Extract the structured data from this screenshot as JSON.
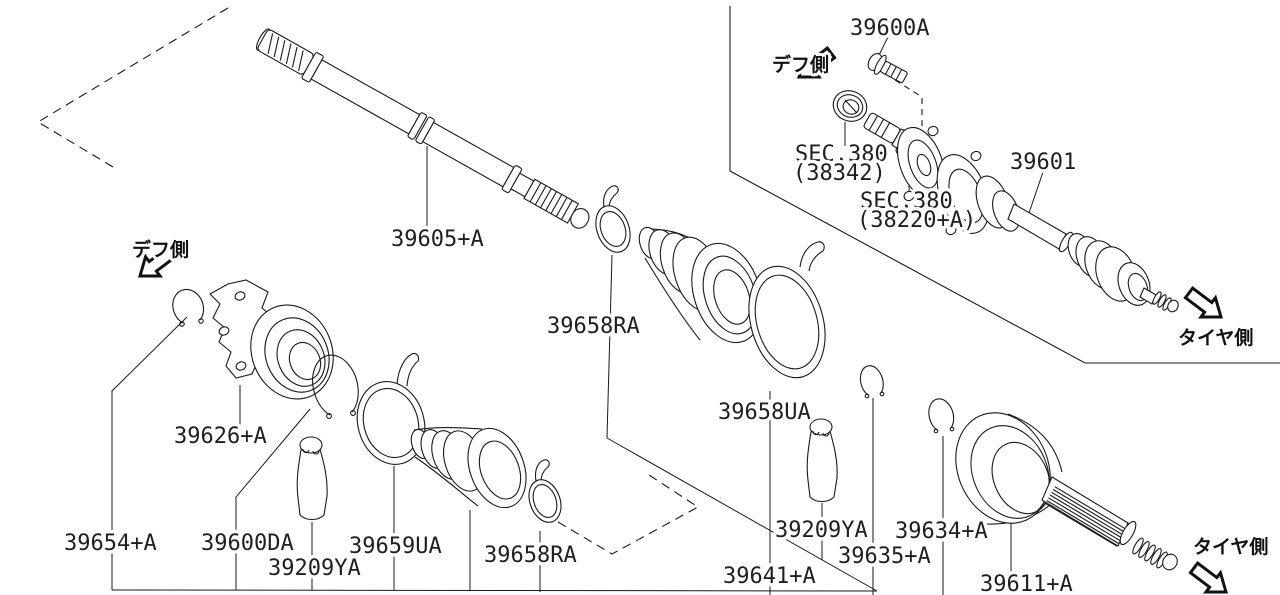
{
  "colors": {
    "line": "#1a1a1a",
    "background": "#ffffff"
  },
  "labels": {
    "part_39600a": "39600A",
    "def_side_right": "デフ側",
    "sec380_seal_1": "SEC.380",
    "sec380_seal_2": "(38342)",
    "sec380_flange_1": "SEC.380",
    "sec380_flange_2": "(38220+A)",
    "part_39601": "39601",
    "tire_side_right": "タイヤ側",
    "part_39605": "39605+A",
    "def_side_left": "デフ側",
    "part_39658ra_mid": "39658RA",
    "part_39658ua": "39658UA",
    "part_39626": "39626+A",
    "part_39654": "39654+A",
    "part_39600da": "39600DA",
    "part_39209ya_left": "39209YA",
    "part_39659ua": "39659UA",
    "part_39658ra_bottom": "39658RA",
    "part_39641": "39641+A",
    "part_39209ya_right": "39209YA",
    "part_39635": "39635+A",
    "part_39634": "39634+A",
    "part_39611": "39611+A",
    "tire_side_bottom": "タイヤ側"
  }
}
